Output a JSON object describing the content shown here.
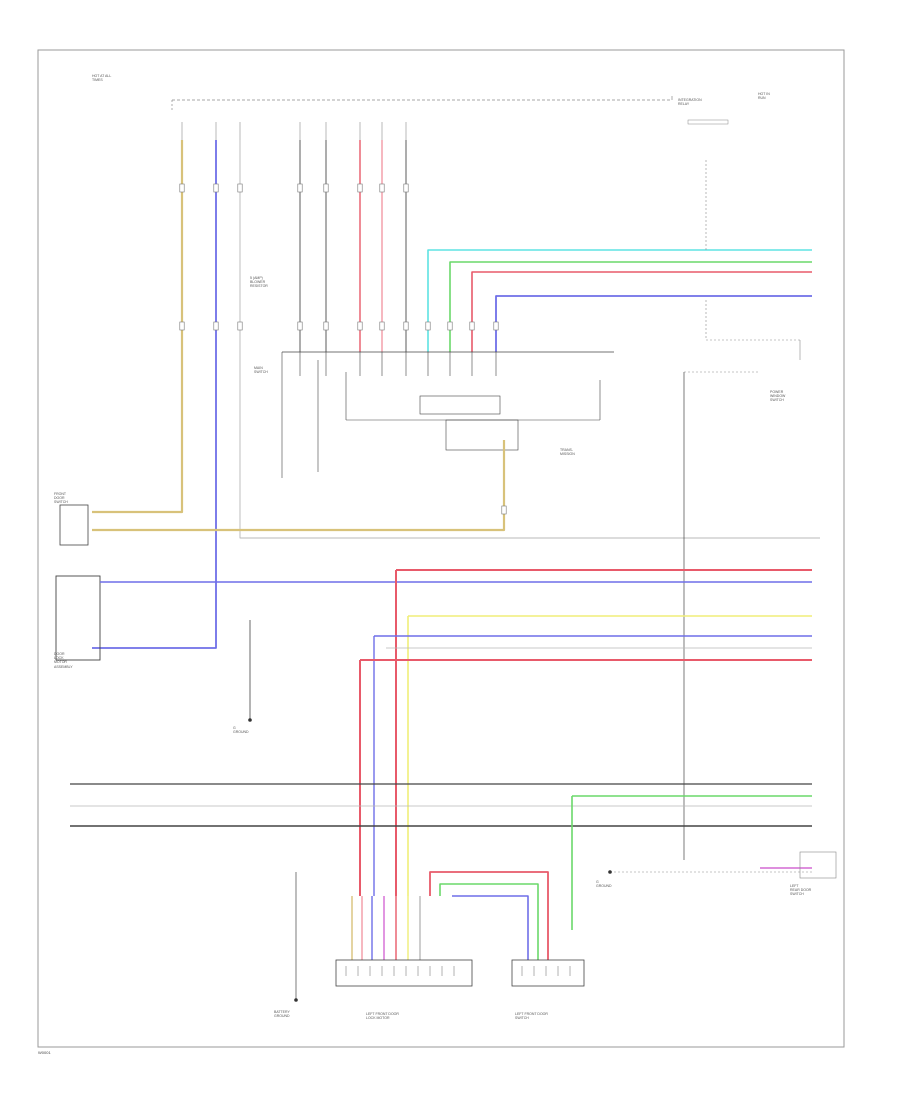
{
  "footer": {
    "code": "W0001"
  },
  "labels": {
    "top_left_source": "HOT AT ALL\nTIMES",
    "top_right_component": "HOT IN\nRUN",
    "fuse_box": "INTEGRATION\nRELAY",
    "blower_note": "5 (AMP)\nBLOWER\nRESISTOR",
    "power_window_main": "MAIN\nSWITCH",
    "transmission_note": "TRANS-\nMISSION",
    "front_door_left": "FRONT\nDOOR\nSWITCH",
    "door_motor": "DOOR\nLOCK\nMOTOR\nASSEMBLY",
    "ground_right": "G\nGROUND",
    "ground_left": "G\nGROUND",
    "lower_left_ground": "BATTERY\nGROUND",
    "lower_connector_left": "LEFT FRONT DOOR\nLOCK MOTOR",
    "lower_connector_right": "LEFT FRONT DOOR\nSWITCH",
    "right_side_switch": "POWER\nWINDOW\nSWITCH",
    "right_lower_component": "LEFT\nREAR DOOR\nSWITCH"
  },
  "colors": {
    "tan": "#d8c27a",
    "violet": "#6f6fe8",
    "red": "#e85a6a",
    "pink": "#f29aa6",
    "cyan": "#5ee3e3",
    "green": "#6ad86a",
    "yellow": "#f0ee78",
    "magenta": "#d46ad4",
    "black": "#444444",
    "gray": "#8a8a8a",
    "light_gray": "#b8b8b8",
    "frame": "#9a9a9a"
  }
}
